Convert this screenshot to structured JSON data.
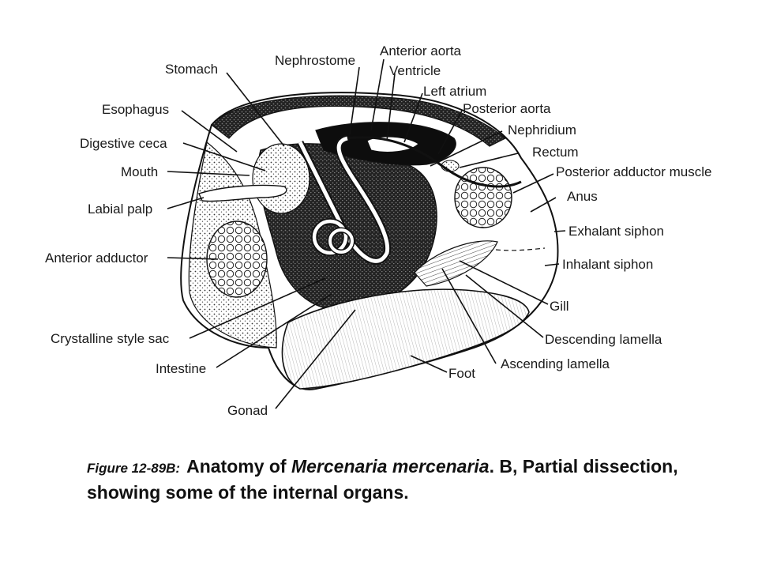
{
  "caption": {
    "figure_label": "Figure 12-89B:",
    "text_before": "Anatomy of ",
    "species": "Mercenaria mercenaria",
    "text_after": ".  B, Partial dissection, showing some of the internal organs."
  },
  "labels": {
    "stomach": "Stomach",
    "nephrostome": "Nephrostome",
    "anterior_aorta": "Anterior aorta",
    "ventricle": "Ventricle",
    "left_atrium": "Left atrium",
    "posterior_aorta": "Posterior aorta",
    "nephridium": "Nephridium",
    "rectum": "Rectum",
    "posterior_adductor_muscle": "Posterior adductor muscle",
    "anus": "Anus",
    "exhalant_siphon": "Exhalant siphon",
    "inhalant_siphon": "Inhalant siphon",
    "gill": "Gill",
    "descending_lamella": "Descending lamella",
    "ascending_lamella": "Ascending lamella",
    "foot": "Foot",
    "gonad": "Gonad",
    "intestine": "Intestine",
    "crystalline_style_sac": "Crystalline style sac",
    "anterior_adductor": "Anterior adductor",
    "labial_palp": "Labial palp",
    "mouth": "Mouth",
    "digestive_ceca": "Digestive ceca",
    "esophagus": "Esophagus"
  }
}
